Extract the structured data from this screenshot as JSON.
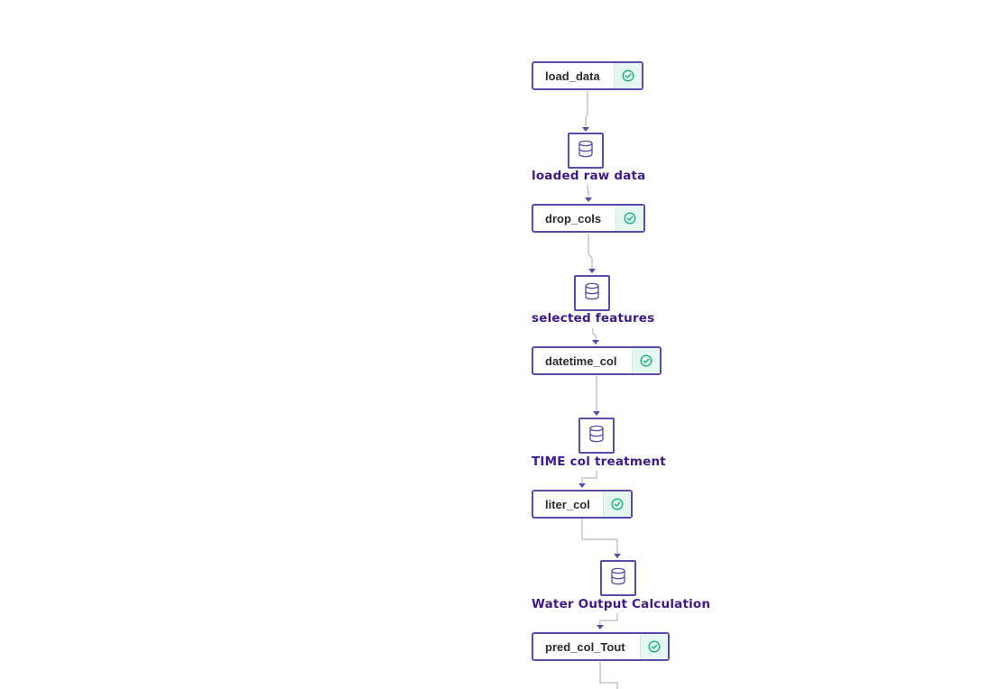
{
  "pipeline": {
    "steps": [
      {
        "name": "load_data",
        "status": "completed"
      },
      {
        "name": "drop_cols",
        "status": "completed"
      },
      {
        "name": "datetime_col",
        "status": "completed"
      },
      {
        "name": "liter_col",
        "status": "completed"
      },
      {
        "name": "pred_col_Tout",
        "status": "completed"
      }
    ],
    "artifacts": [
      {
        "label": "loaded raw data",
        "icon": "database-icon"
      },
      {
        "label": "selected features",
        "icon": "database-icon"
      },
      {
        "label": "TIME col treatment",
        "icon": "database-icon"
      },
      {
        "label": "Water Output Calculation",
        "icon": "database-icon"
      }
    ]
  },
  "colors": {
    "node_border": "#5b4aa8",
    "artifact_label": "#3d1a86",
    "status_ok": "#20b486",
    "status_bg": "#e6f7f1",
    "edge": "#9a9ab0",
    "arrow": "#5b4aa8"
  }
}
